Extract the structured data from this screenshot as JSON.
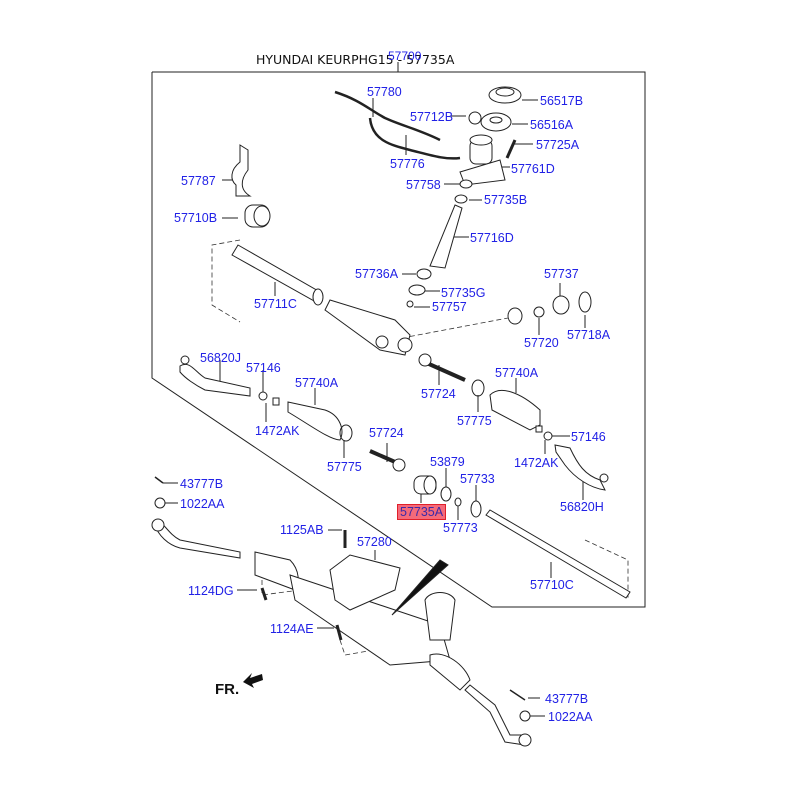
{
  "title": "HYUNDAI KEURPHG15 - 57735A",
  "assembly_label": "57700",
  "front_indicator": "FR.",
  "highlight_color": "#f46a7a",
  "label_color": "#2121e6",
  "selected_part": "57735A",
  "parts": [
    {
      "id": "57780",
      "name": "57780"
    },
    {
      "id": "56517B",
      "name": "56517B"
    },
    {
      "id": "57712B",
      "name": "57712B"
    },
    {
      "id": "56516A",
      "name": "56516A"
    },
    {
      "id": "57725A",
      "name": "57725A"
    },
    {
      "id": "57776",
      "name": "57776"
    },
    {
      "id": "57761D",
      "name": "57761D"
    },
    {
      "id": "57787",
      "name": "57787"
    },
    {
      "id": "57758",
      "name": "57758"
    },
    {
      "id": "57735B",
      "name": "57735B"
    },
    {
      "id": "57710B",
      "name": "57710B"
    },
    {
      "id": "57716D",
      "name": "57716D"
    },
    {
      "id": "57736A",
      "name": "57736A"
    },
    {
      "id": "57737",
      "name": "57737"
    },
    {
      "id": "57735G",
      "name": "57735G"
    },
    {
      "id": "57711C",
      "name": "57711C"
    },
    {
      "id": "57757",
      "name": "57757"
    },
    {
      "id": "57720",
      "name": "57720"
    },
    {
      "id": "57718A",
      "name": "57718A"
    },
    {
      "id": "56820J",
      "name": "56820J"
    },
    {
      "id": "57146-left",
      "name": "57146"
    },
    {
      "id": "57740A-left",
      "name": "57740A"
    },
    {
      "id": "57724-upper",
      "name": "57724"
    },
    {
      "id": "57740A-right",
      "name": "57740A"
    },
    {
      "id": "1472AK-left",
      "name": "1472AK"
    },
    {
      "id": "57775-right",
      "name": "57775"
    },
    {
      "id": "57146-right",
      "name": "57146"
    },
    {
      "id": "57724-lower",
      "name": "57724"
    },
    {
      "id": "57775-left",
      "name": "57775"
    },
    {
      "id": "1472AK-right",
      "name": "1472AK"
    },
    {
      "id": "53879",
      "name": "53879"
    },
    {
      "id": "57733",
      "name": "57733"
    },
    {
      "id": "43777B-top",
      "name": "43777B"
    },
    {
      "id": "56820H",
      "name": "56820H"
    },
    {
      "id": "1022AA-top",
      "name": "1022AA"
    },
    {
      "id": "57735A",
      "name": "57735A"
    },
    {
      "id": "57773",
      "name": "57773"
    },
    {
      "id": "1125AB",
      "name": "1125AB"
    },
    {
      "id": "57280",
      "name": "57280"
    },
    {
      "id": "57710C",
      "name": "57710C"
    },
    {
      "id": "1124DG",
      "name": "1124DG"
    },
    {
      "id": "1124AE",
      "name": "1124AE"
    },
    {
      "id": "43777B-bottom",
      "name": "43777B"
    },
    {
      "id": "1022AA-bottom",
      "name": "1022AA"
    }
  ]
}
